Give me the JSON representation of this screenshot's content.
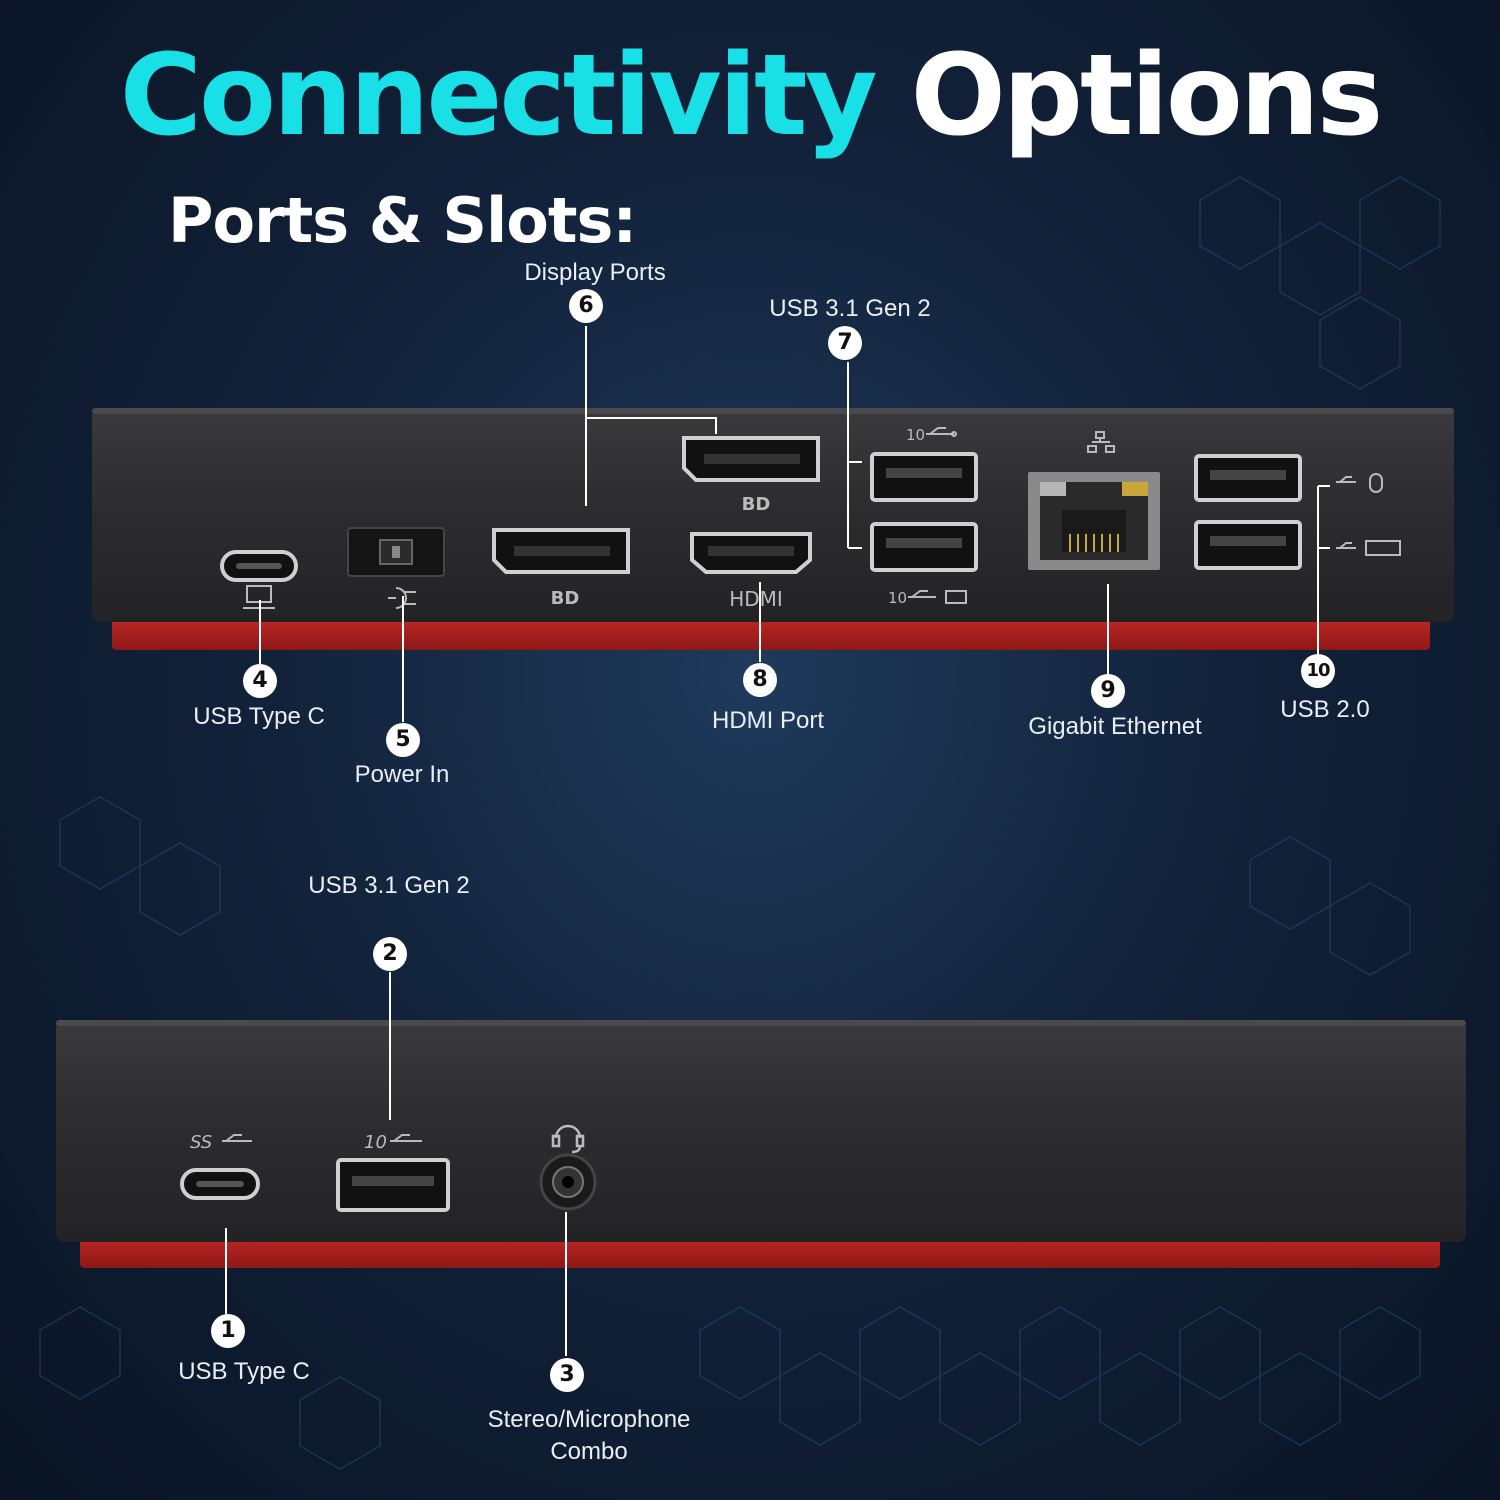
{
  "title": {
    "part1": "Connectivity",
    "part2": "Options"
  },
  "subtitle": "Ports & Slots:",
  "colors": {
    "accent": "#18e0e6",
    "dock_body": "#2b2b2d",
    "dock_base": "#b3201f",
    "background": "#12223a"
  },
  "rear_panel_print": {
    "dp_logo_top": "BD",
    "dp_logo_bottom": "BD",
    "hdmi": "HDMI",
    "usb_speed_top": "10",
    "usb_speed_bottom": "10"
  },
  "front_panel_print": {
    "ss": "SS",
    "usb_speed": "10"
  },
  "callouts": [
    {
      "number": "1",
      "label": "USB Type C"
    },
    {
      "number": "2",
      "label": "USB 3.1 Gen 2"
    },
    {
      "number": "3",
      "label": "Stereo/Microphone",
      "label2": "Combo"
    },
    {
      "number": "4",
      "label": "USB Type C"
    },
    {
      "number": "5",
      "label": "Power In"
    },
    {
      "number": "6",
      "label": "Display Ports"
    },
    {
      "number": "7",
      "label": "USB 3.1 Gen 2"
    },
    {
      "number": "8",
      "label": "HDMI Port"
    },
    {
      "number": "9",
      "label": "Gigabit Ethernet"
    },
    {
      "number": "10",
      "label": "USB 2.0"
    }
  ]
}
